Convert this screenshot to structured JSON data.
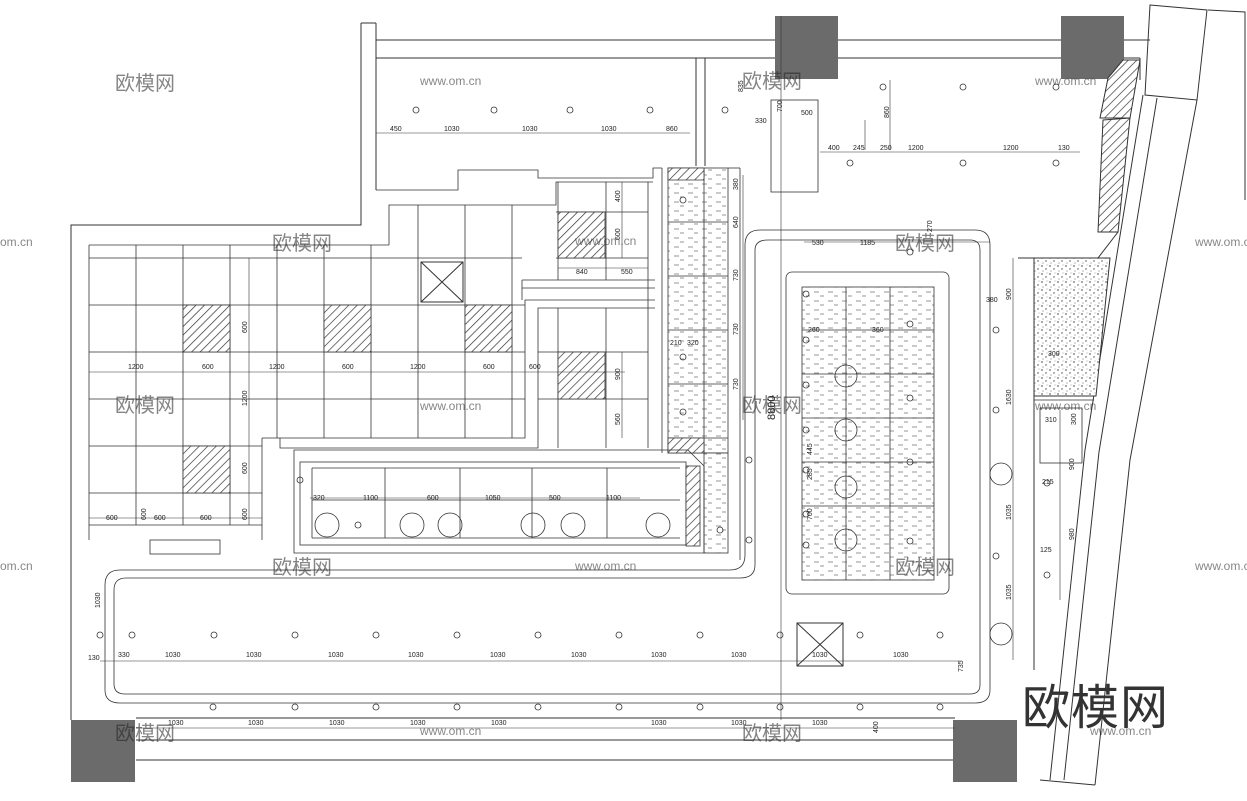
{
  "watermark": {
    "brand_cn": "欧模网",
    "site": "www.om.cn",
    "site_partial": "om.cn"
  },
  "dimensions": {
    "top_row": [
      "450",
      "1030",
      "1030",
      "1030",
      "860"
    ],
    "top_right_vertical": [
      "835",
      "700",
      "860"
    ],
    "top_right_small": [
      "330",
      "500"
    ],
    "top_right_row": [
      "400",
      "245",
      "250",
      "1200",
      "1200",
      "130"
    ],
    "upper_tile_area": [
      "400",
      "600",
      "840",
      "550"
    ],
    "left_row": [
      "1200",
      "600",
      "1200",
      "600",
      "1200",
      "600",
      "600"
    ],
    "left_vertical": [
      "600",
      "1200",
      "600",
      "600"
    ],
    "left_bottom_row": [
      "600",
      "600",
      "600",
      "600"
    ],
    "mid_vertical": [
      "900",
      "560"
    ],
    "center_vertical": [
      "380",
      "640",
      "730",
      "730",
      "730"
    ],
    "center_small": [
      "210",
      "320"
    ],
    "overall_height": "8800",
    "right_pool_top": [
      "530",
      "1185",
      "270"
    ],
    "right_pool_inner": [
      "260",
      "360"
    ],
    "right_pool_rows": [
      "445",
      "285",
      "700"
    ],
    "far_right_vertical": [
      "380",
      "900",
      "1630",
      "1035",
      "1035"
    ],
    "far_right_small": [
      "310",
      "300",
      "215",
      "125",
      "900",
      "980",
      "300"
    ],
    "bottom_planter": [
      "320",
      "1100",
      "600",
      "1050",
      "500",
      "1100"
    ],
    "bottom_row": [
      "330",
      "1030",
      "1030",
      "1030",
      "1030",
      "1030",
      "1030",
      "1030",
      "1030",
      "1030",
      "1030"
    ],
    "bottom_left_vertical": [
      "1030",
      "130"
    ],
    "bottom_right_vertical": [
      "735"
    ],
    "very_bottom_row": [
      "1030",
      "1030",
      "1030",
      "1030",
      "1030",
      "1030",
      "1030",
      "1030"
    ],
    "very_bottom_right": [
      "400"
    ]
  }
}
